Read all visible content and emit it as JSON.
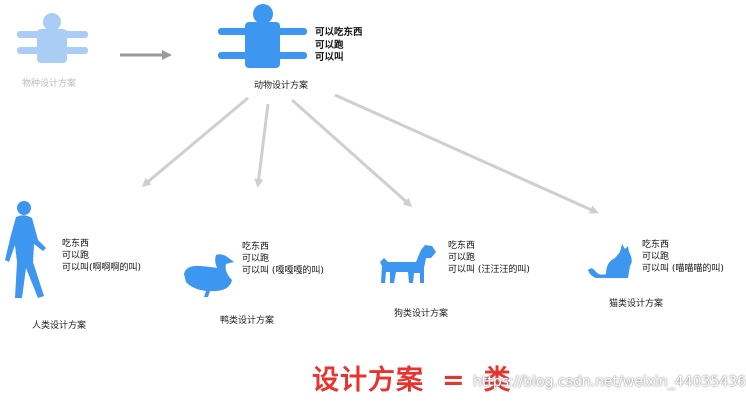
{
  "colors": {
    "icon": "#3d96f0",
    "icon_faded": "#a9cdf5",
    "arrow": "#cfcfcf",
    "title": "#e8342f"
  },
  "top": {
    "species_label": "物种设计方案",
    "animal_label": "动物设计方案",
    "animal_abilities": [
      "可以吃东西",
      "可以跑",
      "可以叫"
    ]
  },
  "classes": [
    {
      "icon": "human-icon",
      "label": "人类设计方案",
      "abilities": [
        "吃东西",
        "可以跑",
        "可以叫(啊啊啊的叫)"
      ]
    },
    {
      "icon": "duck-icon",
      "label": "鸭类设计方案",
      "abilities": [
        "吃东西",
        "可以跑",
        "可以叫 (嘎嘎嘎的叫)"
      ]
    },
    {
      "icon": "dog-icon",
      "label": "狗类设计方案",
      "abilities": [
        "吃东西",
        "可以跑",
        "可以叫 (汪汪汪的叫)"
      ]
    },
    {
      "icon": "cat-icon",
      "label": "猫类设计方案",
      "abilities": [
        "吃东西",
        "可以跑",
        "可以叫 (喵喵喵的叫)"
      ]
    }
  ],
  "formula": {
    "left": "设计方案",
    "eq": "=",
    "right": "类"
  },
  "watermark": "https://blog.csdn.net/weixin_44035436"
}
